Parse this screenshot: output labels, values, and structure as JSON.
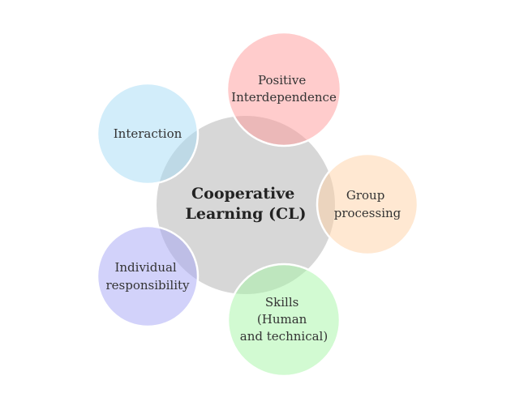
{
  "center": {
    "lines": [
      "Cooperative",
      "Learning (CL)"
    ],
    "color": "#bdbdbd"
  },
  "nodes": [
    {
      "id": "positive-interdependence",
      "lines": [
        "Positive",
        "Interdependence"
      ],
      "color": "#ff9a9a"
    },
    {
      "id": "group-processing",
      "lines": [
        "Group",
        "processing"
      ],
      "color": "#ffd2a6"
    },
    {
      "id": "skills",
      "lines": [
        "Skills",
        "(Human",
        "and technical)"
      ],
      "color": "#a6f5a6"
    },
    {
      "id": "individual-responsibility",
      "lines": [
        "Individual",
        "responsibility"
      ],
      "color": "#a6a6f5"
    },
    {
      "id": "interaction",
      "lines": [
        "Interaction"
      ],
      "color": "#a6dcf5"
    }
  ]
}
